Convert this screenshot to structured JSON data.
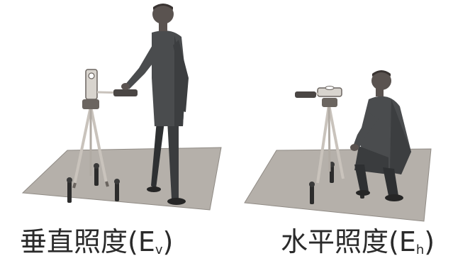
{
  "captions": {
    "vertical": {
      "main": "垂直照度(E",
      "sub": "v",
      "close": ")"
    },
    "horizontal": {
      "main": "水平照度(E",
      "sub": "h",
      "close": ")"
    }
  },
  "colors": {
    "ground": "#b5b0aa",
    "ground_edge": "#8f8a84",
    "person": "#4a4c4e",
    "person_shade": "#2e3032",
    "skin": "#5a5350",
    "tripod": "#c9c3bc",
    "tripod_dark": "#6b6560",
    "meter": "#d8d4ce",
    "marker": "#2c2c2c"
  },
  "icons": {
    "scene_left": "standing-person-vertical-meter",
    "scene_right": "crouching-person-horizontal-meter"
  }
}
